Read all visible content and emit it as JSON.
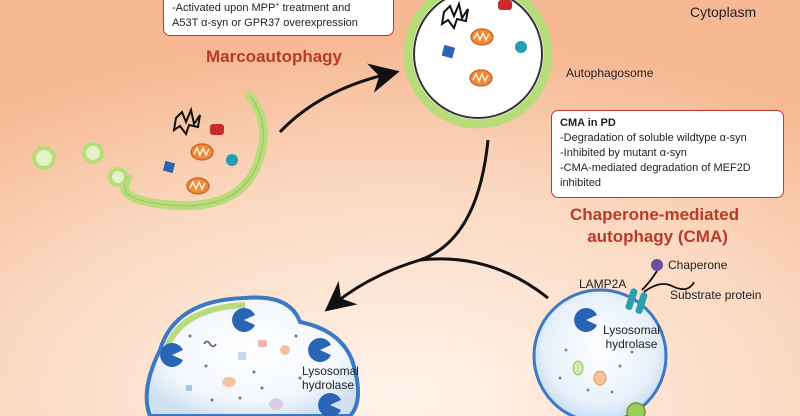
{
  "macro_box": {
    "line1": "-Activated upon MPP",
    "line1_sup": "+",
    "line1_rest": " treatment and",
    "line2": "A53T α-syn or GPR37 overexpression"
  },
  "macro_title": "Marcoautophagy",
  "cytoplasm_label": "Cytoplasm",
  "autophagosome_label": "Autophagosome",
  "cma_box": {
    "heading": "CMA in PD",
    "lines": [
      "-Degradation of soluble wildtype α-syn",
      "-Inhibited by mutant α-syn",
      "-CMA-mediated degradation of MEF2D",
      "inhibited"
    ]
  },
  "cma_title_line1": "Chaperone-mediated",
  "cma_title_line2": "autophagy (CMA)",
  "chaperone_label": "Chaperone",
  "lamp2a_label": "LAMP2A",
  "substrate_label": "Substrate protein",
  "lysosomal_hydrolase_left": "Lysosomal\nhydrolase",
  "lysosomal_hydrolase_right": "Lysosomal\nhydrolase",
  "colors": {
    "title_red": "#b83a2a",
    "membrane_green": "#b8dc7a",
    "lysosome_blue": "#3b79c4",
    "hydrolase_blue": "#2a64b4",
    "cargo_red": "#cc2b2b",
    "cargo_teal": "#1f9fb0",
    "mito_orange": "#ec8a3c"
  },
  "icons": [
    "mitochondrion-icon",
    "protein-aggregate-icon",
    "hydrolase-pacman-icon",
    "chaperone-icon",
    "lamp2a-receptor-icon",
    "vesicle-icon"
  ]
}
